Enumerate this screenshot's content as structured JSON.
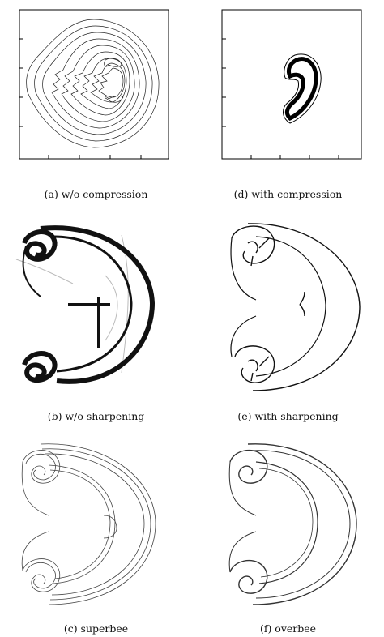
{
  "figure": {
    "captions": {
      "a": "(a) w/o compression",
      "d": "(d) with compression",
      "b": "(b) w/o sharpening",
      "e": "(e) with sharpening",
      "c": "(c) superbee",
      "f": "(f) overbee"
    }
  }
}
